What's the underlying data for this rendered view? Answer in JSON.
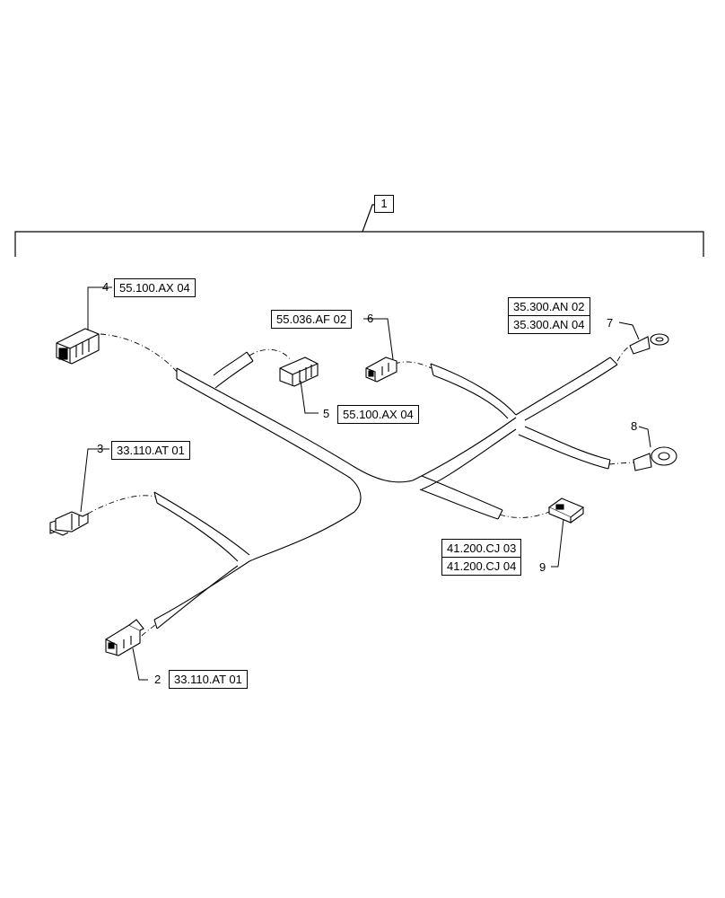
{
  "main_item": "1",
  "callouts": [
    {
      "number": "2",
      "refs": [
        "33.110.AT 01"
      ]
    },
    {
      "number": "3",
      "refs": [
        "33.110.AT 01"
      ]
    },
    {
      "number": "4",
      "refs": [
        "55.100.AX 04"
      ]
    },
    {
      "number": "5",
      "refs": [
        "55.100.AX 04"
      ]
    },
    {
      "number": "6",
      "refs": [
        "55.036.AF 02"
      ]
    },
    {
      "number": "7",
      "refs": [
        "35.300.AN 02",
        "35.300.AN 04"
      ]
    },
    {
      "number": "8",
      "refs": []
    },
    {
      "number": "9",
      "refs": [
        "41.200.CJ 03",
        "41.200.CJ 04"
      ]
    }
  ]
}
